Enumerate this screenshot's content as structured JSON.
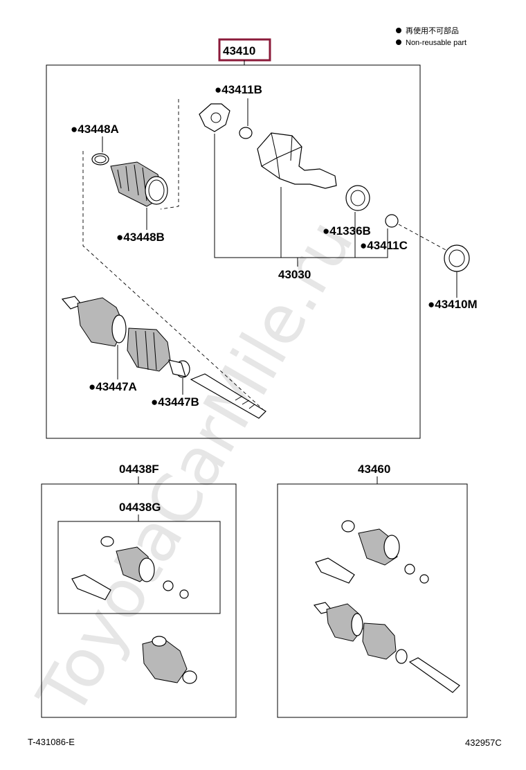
{
  "legend": {
    "bullet_icon": "filled-circle",
    "line1": "再使用不可部品",
    "line2": "Non-reusable part"
  },
  "watermark": "ToyotaCarMile.ru",
  "main_assembly": {
    "number": "43410",
    "highlight_color": "#8b1a3a",
    "parts": {
      "p43411B": "●43411B",
      "p43448A": "●43448A",
      "p43448B": "●43448B",
      "p41336B": "●41336B",
      "p43411C": "●43411C",
      "p43030": "43030",
      "p43410M": "●43410M",
      "p43447A": "●43447A",
      "p43447B": "●43447B"
    }
  },
  "kit_04438F": {
    "number": "04438F",
    "inner_number": "04438G"
  },
  "kit_43460": {
    "number": "43460"
  },
  "footer": {
    "left": "T-431086-E",
    "right": "432957C"
  }
}
